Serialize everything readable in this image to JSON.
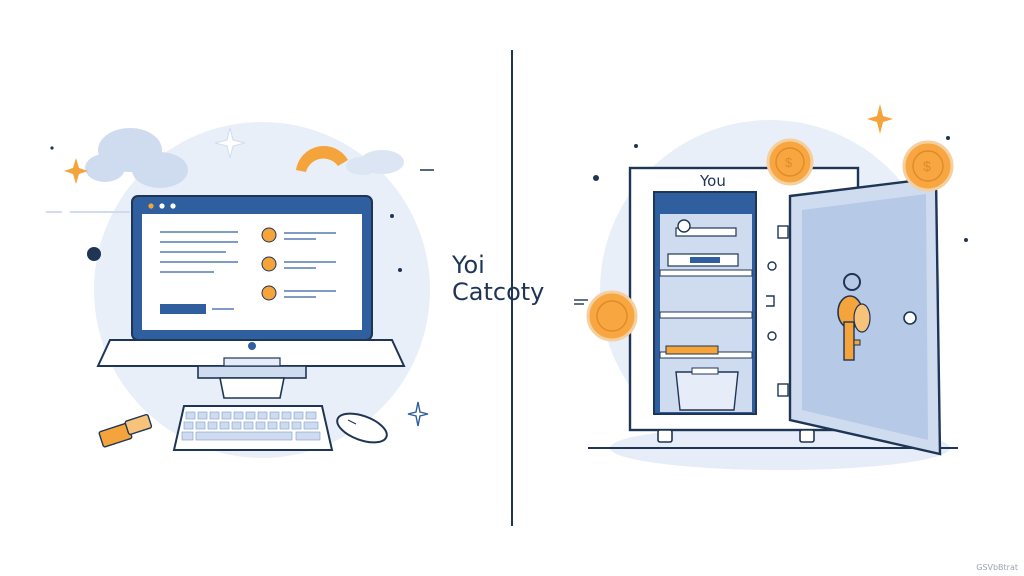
{
  "caption": {
    "line1": "Yoi",
    "line2": "Catcoty"
  },
  "safe": {
    "label": "You"
  },
  "coins": {
    "symbol": "$"
  },
  "watermark": "GSVbBtrat",
  "colors": {
    "navy": "#1f3556",
    "blue": "#2f5f9e",
    "pale_blue": "#e6edf8",
    "light_blue": "#cfdcf0",
    "orange": "#f4a43a",
    "coin": "#f7a640"
  },
  "icons": [
    "desktop-computer-icon",
    "keyboard-icon",
    "mouse-icon",
    "safe-icon",
    "key-icon",
    "coin-icon",
    "sparkle-icon",
    "cloud-icon"
  ]
}
